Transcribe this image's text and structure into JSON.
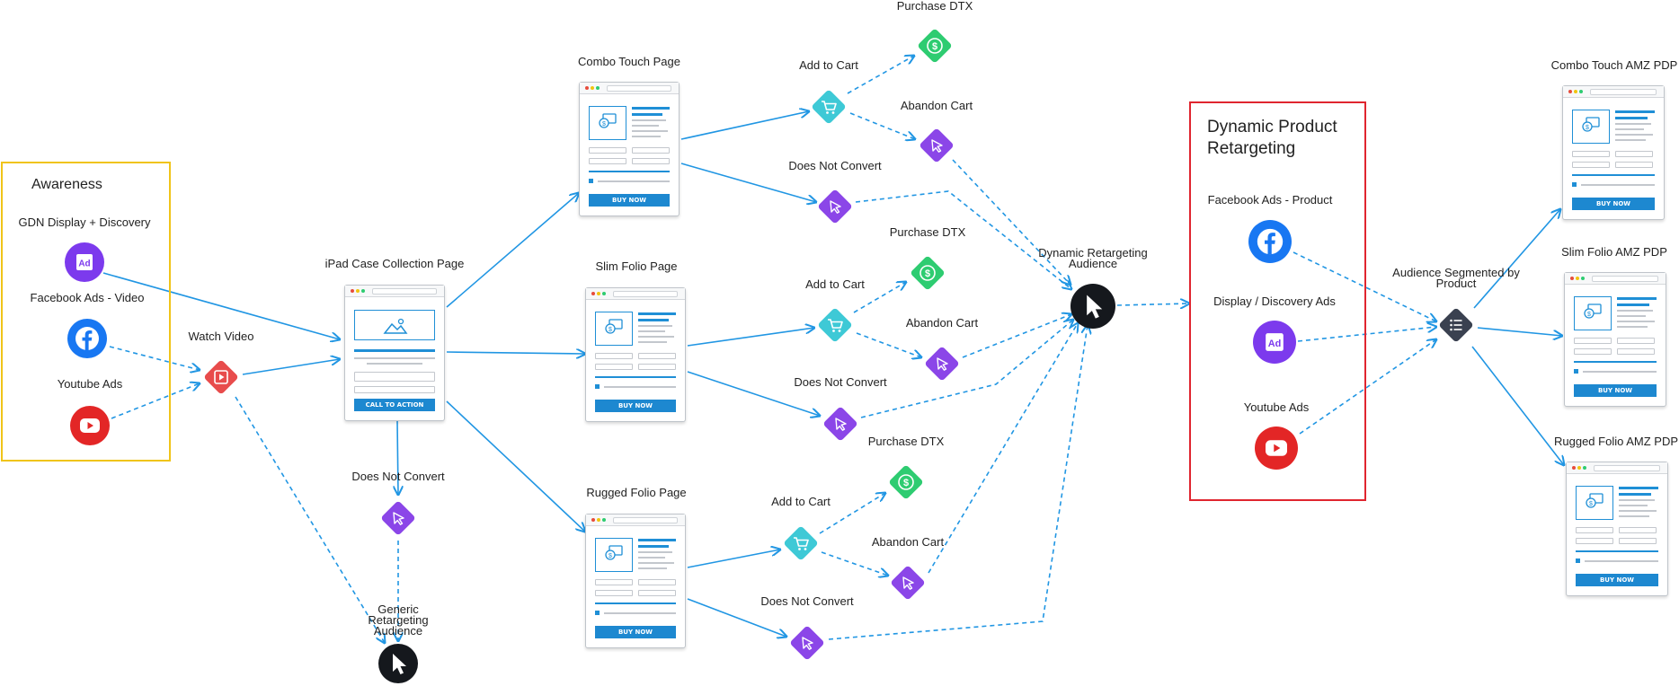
{
  "colors": {
    "edge": "#2196e3",
    "awareness_border": "#f0c419",
    "retargeting_border": "#e0252f",
    "ad_purple": "#7c3aed",
    "facebook_blue": "#1877f2",
    "youtube_red": "#e32626",
    "video_red": "#e84c4c",
    "cart_teal": "#3ec9d6",
    "dtx_green": "#2ecc71",
    "pointer_purple": "#8b46e8",
    "audience_black": "#15181d",
    "segment_gray": "#3a4150"
  },
  "awareness": {
    "title": "Awareness",
    "gdn_label": "GDN Display + Discovery",
    "gdn_icon": "ad-icon",
    "fb_label": "Facebook Ads - Video",
    "fb_icon": "facebook-icon",
    "yt_label": "Youtube Ads",
    "yt_icon": "youtube-icon"
  },
  "watch_video": {
    "label": "Watch Video",
    "icon": "video-play-icon"
  },
  "collection": {
    "title": "iPad Case Collection Page",
    "cta": "CALL TO ACTION"
  },
  "collection_not_convert": {
    "label": "Does Not Convert"
  },
  "generic_audience": {
    "label": "Generic Retargeting Audience",
    "icon": "cursor-icon"
  },
  "pages": [
    {
      "title": "Combo Touch Page",
      "cta": "BUY NOW"
    },
    {
      "title": "Slim Folio Page",
      "cta": "BUY NOW"
    },
    {
      "title": "Rugged Folio Page",
      "cta": "BUY NOW"
    }
  ],
  "flows": [
    {
      "add_to_cart": "Add to Cart",
      "purchase": "Purchase DTX",
      "abandon": "Abandon Cart",
      "not_convert": "Does Not Convert"
    },
    {
      "add_to_cart": "Add to Cart",
      "purchase": "Purchase DTX",
      "abandon": "Abandon Cart",
      "not_convert": "Does Not Convert"
    },
    {
      "add_to_cart": "Add to Cart",
      "purchase": "Purchase DTX",
      "abandon": "Abandon Cart",
      "not_convert": "Does Not Convert"
    }
  ],
  "dynamic_audience": {
    "label": "Dynamic Retargeting Audience",
    "icon": "cursor-icon"
  },
  "retargeting": {
    "title": "Dynamic Product Retargeting",
    "fb_label": "Facebook Ads - Product",
    "display_label": "Display / Discovery Ads",
    "yt_label": "Youtube Ads"
  },
  "segmented": {
    "label": "Audience Segmented by Product",
    "icon": "list-icon"
  },
  "amz_pages": [
    {
      "title": "Combo Touch AMZ PDP",
      "cta": "BUY NOW"
    },
    {
      "title": "Slim Folio AMZ PDP",
      "cta": "BUY NOW"
    },
    {
      "title": "Rugged Folio AMZ PDP",
      "cta": "BUY NOW"
    }
  ]
}
